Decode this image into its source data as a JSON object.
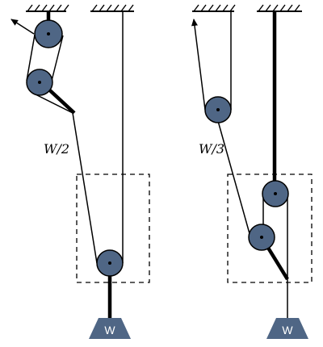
{
  "diagrams": [
    {
      "force_label": "W/2",
      "weight_label": "W"
    },
    {
      "force_label": "W/3",
      "weight_label": "W"
    }
  ],
  "colors": {
    "pulley": "#4f6685",
    "weight": "#4f6685",
    "line": "#000000"
  }
}
